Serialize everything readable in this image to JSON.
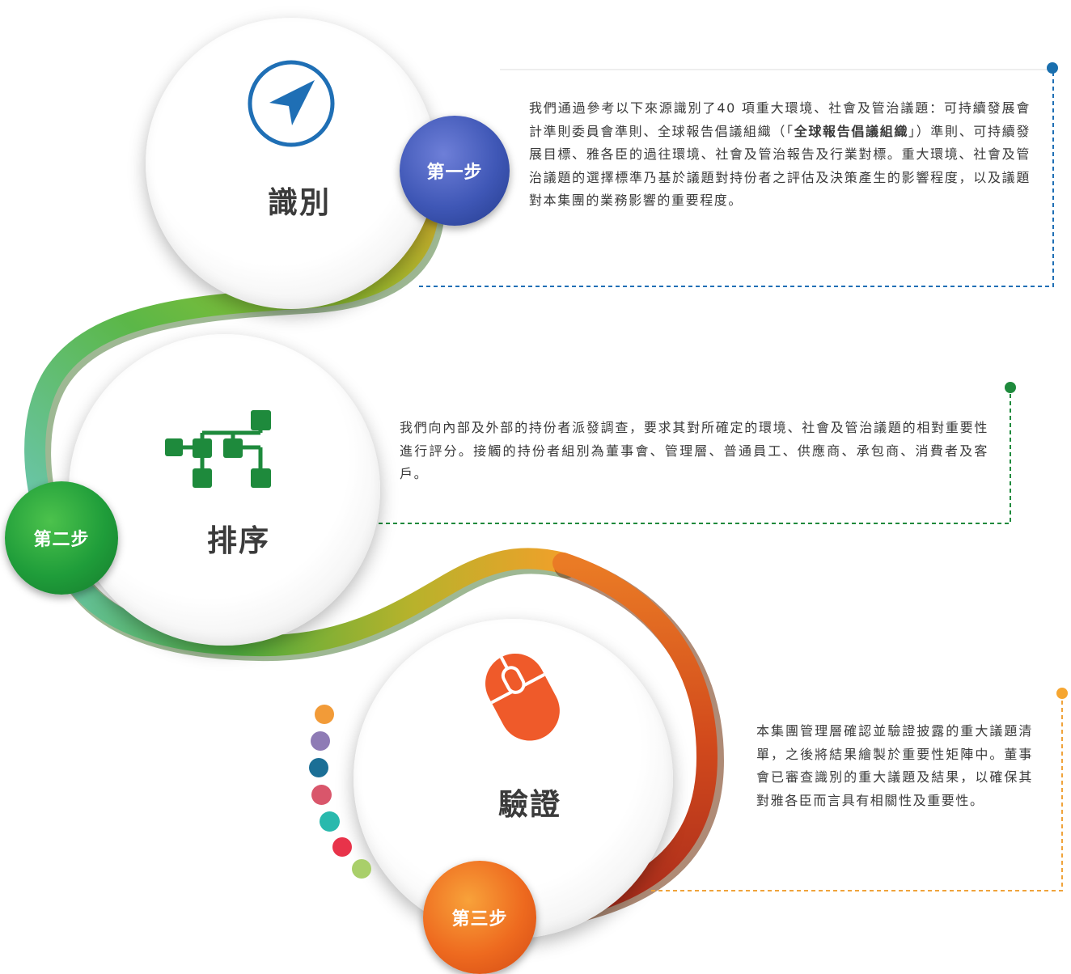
{
  "steps": [
    {
      "badge": "第一步",
      "title": "識別",
      "icon": "navigation-arrow-icon",
      "color": "#1f6fb5",
      "desc_parts": [
        {
          "text": "我們通過參考以下來源識別了40 項重大環境、社會及管治議題：可持續發展會計準則委員會準則、全球報告倡議組織（「",
          "bold": false
        },
        {
          "text": "全球報告倡議組織",
          "bold": true
        },
        {
          "text": "」）準則、可持續發展目標、雅各臣的過往環境、社會及管治報告及行業對標。重大環境、社會及管治議題的選擇標準乃基於議題對持份者之評估及決策產生的影響程度，以及議題對本集團的業務影響的重要程度。",
          "bold": false
        }
      ]
    },
    {
      "badge": "第二步",
      "title": "排序",
      "icon": "hierarchy-tree-icon",
      "color": "#1e8a3c",
      "desc_parts": [
        {
          "text": "我們向內部及外部的持份者派發調查，要求其對所確定的環境、社會及管治議題的相對重要性進行評分。接觸的持份者組別為董事會、管理層、普通員工、供應商、承包商、消費者及客戶。",
          "bold": false
        }
      ]
    },
    {
      "badge": "第三步",
      "title": "驗證",
      "icon": "computer-mouse-icon",
      "color": "#f0a33b",
      "desc_parts": [
        {
          "text": "本集團管理層確認並驗證披露的重大議題清單，之後將結果繪製於重要性矩陣中。董事會已審查識別的重大議題及結果，以確保其對雅各臣而言具有相關性及重要性。",
          "bold": false
        }
      ]
    }
  ],
  "decor_dot_colors": [
    "#f29b38",
    "#8e7bb5",
    "#1b6f96",
    "#d9566b",
    "#29b9ad",
    "#e8334a",
    "#a9cf6a"
  ]
}
